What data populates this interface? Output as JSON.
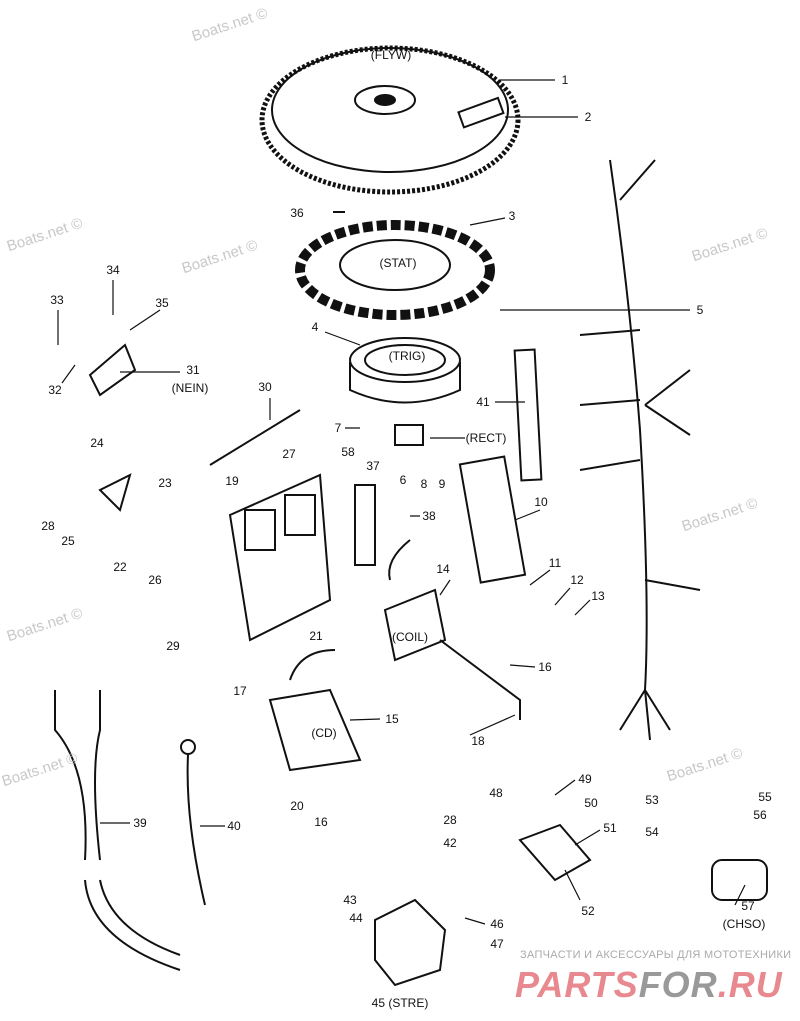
{
  "callouts": [
    "(FLYW)",
    "1",
    "2",
    "36",
    "3",
    "(STAT)",
    "5",
    "4",
    "(TRIG)",
    "41",
    "34",
    "33",
    "35",
    "31",
    "(NEIN)",
    "32",
    "30",
    "7",
    "(RECT)",
    "6",
    "8",
    "9",
    "58",
    "37",
    "27",
    "24",
    "23",
    "19",
    "28",
    "25",
    "10",
    "38",
    "22",
    "26",
    "14",
    "11",
    "12",
    "13",
    "29",
    "21",
    "(COIL)",
    "16",
    "17",
    "15",
    "(CD)",
    "18",
    "20",
    "16",
    "39",
    "40",
    "49",
    "48",
    "50",
    "53",
    "55",
    "56",
    "54",
    "51",
    "28",
    "42",
    "52",
    "43",
    "44",
    "57",
    "(CHSO)",
    "46",
    "47",
    "45 (STRE)"
  ],
  "watermarks": {
    "boats": "Boats.net ©",
    "ru_line": "ЗАПЧАСТИ И АКСЕССУАРЫ ДЛЯ МОТОТЕХНИКИ",
    "logo_a": "PARTS",
    "logo_b": "FOR",
    "logo_c": ".RU"
  },
  "colors": {
    "line": "#111111",
    "watermark": "#c8c8c8",
    "logo_pink": "#e8888f",
    "logo_gray": "#999999"
  }
}
